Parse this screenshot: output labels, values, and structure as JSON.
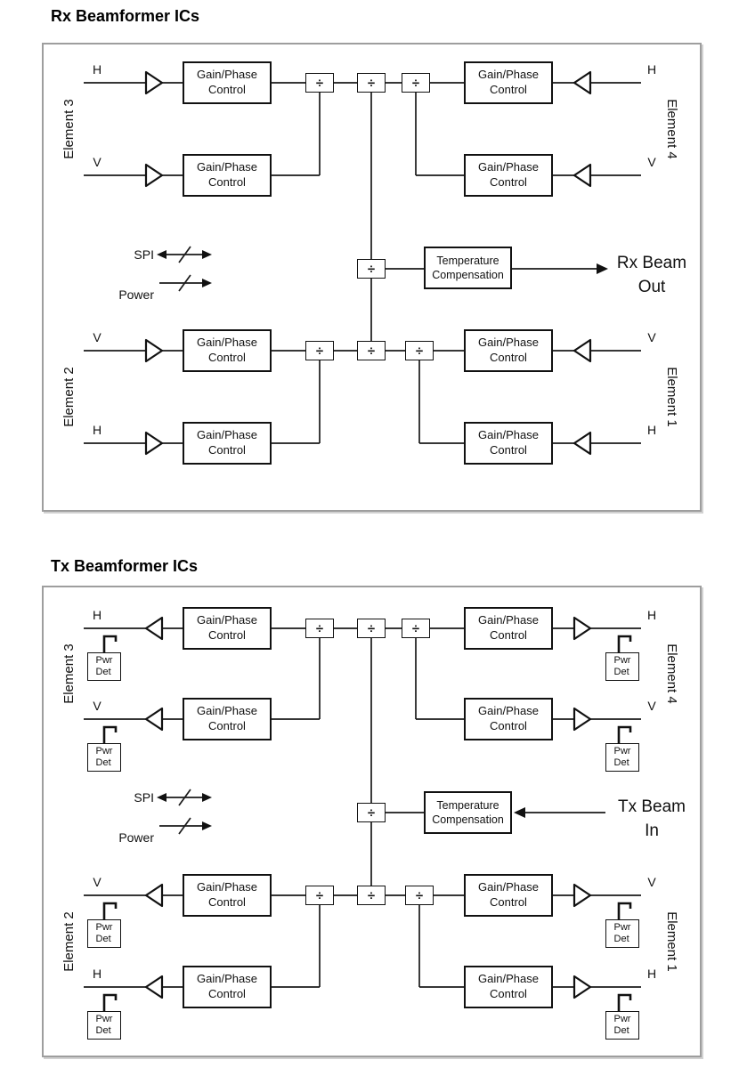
{
  "labels": {
    "gain_phase": "Gain/Phase\nControl",
    "temp_comp": "Temperature\nCompensation",
    "pwr_det": "Pwr\nDet",
    "divider": "÷",
    "spi": "SPI",
    "power": "Power",
    "h": "H",
    "v": "V"
  },
  "elements": {
    "e1": "Element 1",
    "e2": "Element 2",
    "e3": "Element 3",
    "e4": "Element 4"
  },
  "rx": {
    "title": "Rx Beamformer ICs",
    "beam": "Rx Beam\nOut"
  },
  "tx": {
    "title": "Tx Beamformer ICs",
    "beam": "Tx Beam\nIn"
  },
  "colors": {
    "line": "#1a1a1a",
    "box_border": "#111111",
    "panel_border": "#9e9e9e",
    "background": "#ffffff"
  }
}
